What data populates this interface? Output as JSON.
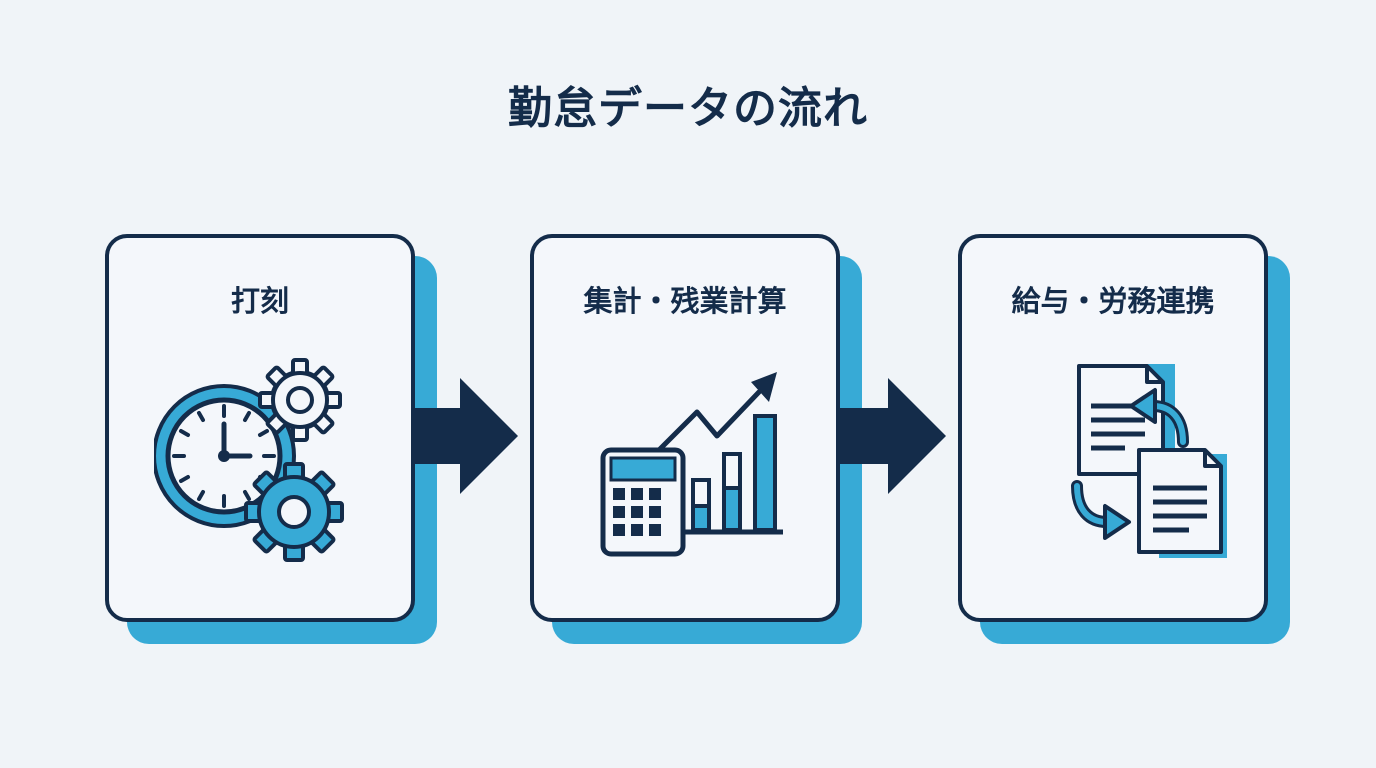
{
  "title": "勤怠データの流れ",
  "steps": [
    {
      "label": "打刻",
      "icon": "clock-gears-icon"
    },
    {
      "label": "集計・残業計算",
      "icon": "calculator-chart-icon"
    },
    {
      "label": "給与・労務連携",
      "icon": "document-sync-icon"
    }
  ],
  "colors": {
    "navy": "#142c4a",
    "accent": "#37aad6",
    "background": "#f0f4f8",
    "card": "#f4f7fb"
  }
}
